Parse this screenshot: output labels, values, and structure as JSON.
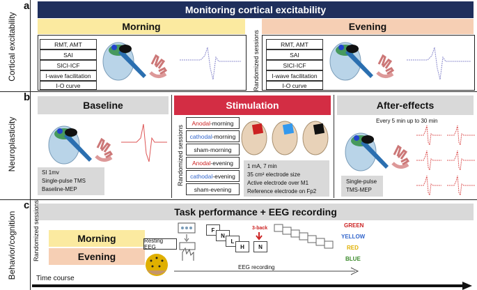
{
  "panel_a": {
    "letter": "a",
    "side_label": "Cortical excitability",
    "banner": "Monitoring cortical excitability",
    "morning": {
      "header": "Morning",
      "measures": [
        "RMT, AMT",
        "SAI",
        "SICI-ICF",
        "I-wave facilitation",
        "I-O curve"
      ]
    },
    "randomized": "Randomized sessions",
    "evening": {
      "header": "Evening",
      "measures": [
        "RMT, AMT",
        "SAI",
        "SICI-ICF",
        "I-wave facilitation",
        "I-O curve"
      ]
    }
  },
  "panel_b": {
    "letter": "b",
    "side_label": "Neuroplasticity",
    "baseline": {
      "header": "Baseline",
      "info": [
        "SI 1mv",
        "Single-pulse TMS",
        "Baseline-MEP"
      ]
    },
    "stimulation": {
      "header": "Stimulation",
      "randomized": "Randomized sessions",
      "sessions": [
        {
          "prefix": "Anodal",
          "suffix": "-morning",
          "color": "#cc2222"
        },
        {
          "prefix": "cathodal",
          "suffix": "-morning",
          "color": "#3366cc"
        },
        {
          "prefix": "",
          "suffix": "sham-morning",
          "color": "#111111"
        },
        {
          "prefix": "Anodal",
          "suffix": "-evening",
          "color": "#cc2222"
        },
        {
          "prefix": "cathodal",
          "suffix": "-evening",
          "color": "#3366cc"
        },
        {
          "prefix": "",
          "suffix": "sham-evening",
          "color": "#111111"
        }
      ],
      "params": [
        "1 mA, 7 min",
        "35 cm² electrode size",
        "Active electrode over M1",
        "Reference electrode on Fp2"
      ],
      "electrode_colors": [
        "#cc2222",
        "#3399ee",
        "#111111"
      ]
    },
    "after": {
      "header": "After-effects",
      "note": "Every 5 min up to 30 min",
      "info": [
        "Single-pulse",
        "TMS-MEP"
      ]
    }
  },
  "panel_c": {
    "letter": "c",
    "side_label": "Behavior/cognition",
    "header": "Task performance + EEG recording",
    "randomized": "Randomized sessions",
    "morning": "Morning",
    "evening": "Evening",
    "resting": "Resting EEG",
    "nback_letters": [
      "F",
      "N",
      "L",
      "H",
      "N"
    ],
    "nback_label": "3-back",
    "stroop_words": [
      {
        "word": "GREEN",
        "color": "#cc2222"
      },
      {
        "word": "YELLOW",
        "color": "#3366cc"
      },
      {
        "word": "RED",
        "color": "#e0b000"
      },
      {
        "word": "BLUE",
        "color": "#3a8a2a"
      }
    ],
    "eeg_recording": "EEG recording",
    "time_course": "Time course"
  }
}
